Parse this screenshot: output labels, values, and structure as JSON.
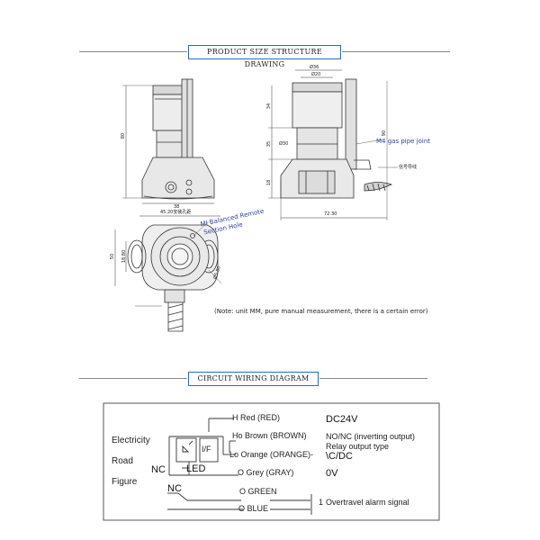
{
  "titles": {
    "drawing": "PRODUCT SIZE STRUCTURE DRAWING",
    "circuit": "CIRCUIT WIRING DIAGRAM"
  },
  "dimensions": {
    "front_height": "80",
    "front_width": "38",
    "side_dia_top": "Ø36",
    "side_dia_mid": "Ø20",
    "side_h1": "34",
    "side_h2": "35",
    "side_h3": "18",
    "side_dia_lower": "Ø30",
    "side_width": "72.30",
    "side_dim_right": "90",
    "top_mount": "45.20安装孔距",
    "top_left_h": "50",
    "top_inner": "18.80",
    "top_hole": "Ø5.80"
  },
  "callouts": {
    "gas_joint": "M4 gas pipe joint",
    "signal_line": "信号导线",
    "remote_hole_line1": "MI Balanced Remote",
    "remote_hole_line2": "Section Hole",
    "note": "(Note: unit MM, pure manual measurement, there is a certain error)"
  },
  "circuit": {
    "side_labels": [
      "Electricity",
      "Road",
      "Figure"
    ],
    "wires": {
      "red": "H Red (RED)",
      "brown": "Ho Brown (BROWN)",
      "orange": "Lo Orange (ORANGE)-",
      "grey": "O Grey (GRAY)",
      "green": "O GREEN",
      "blue": "O BLUE"
    },
    "nc_upper": "NC",
    "nc_lower": "NC",
    "led": "LED",
    "vf": "I/F",
    "power": "DC24V",
    "output": "NO/NC (inverting output)",
    "relay": "Relay output type",
    "acdc": "\\C/DC",
    "zero": "0V",
    "alarm_num": "1",
    "alarm": "Overtravel alarm signal"
  },
  "colors": {
    "line": "#333333",
    "banner_border": "#2a6db0",
    "callout_text": "#2e3f9e"
  }
}
